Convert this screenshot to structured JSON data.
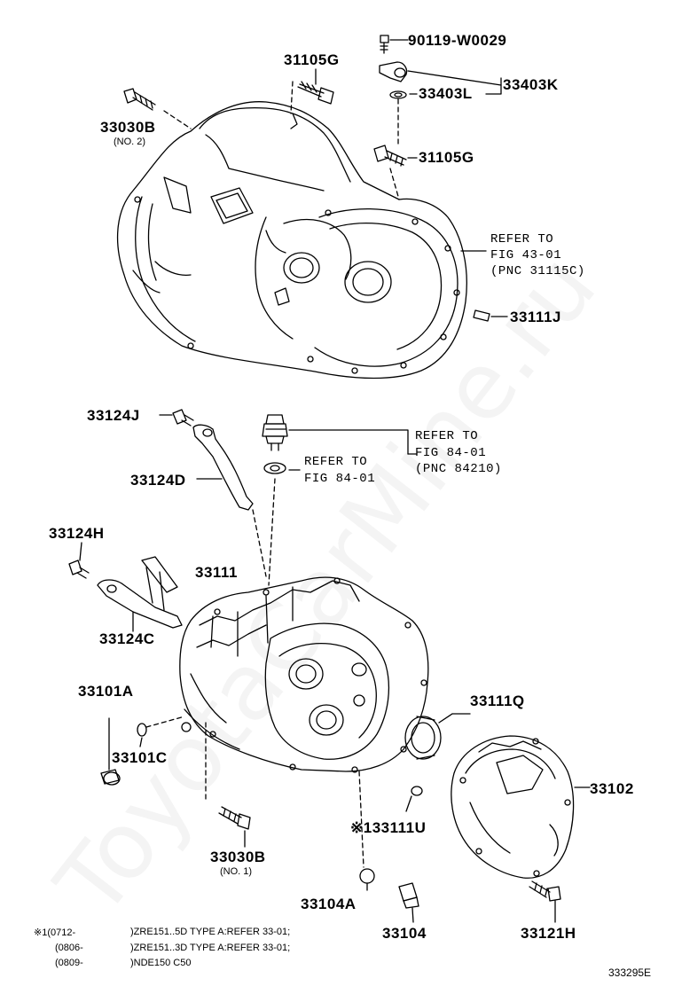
{
  "labels": {
    "p90119": "90119-W0029",
    "p31105g_top": "31105G",
    "p33403k": "33403K",
    "p33403l": "33403L",
    "p33030b_top": "33030B",
    "p33030b_top_sub": "(NO. 2)",
    "p31105g_mid": "31105G",
    "p33111j": "33111J",
    "p33124j": "33124J",
    "p33124d": "33124D",
    "p33124h": "33124H",
    "p33111": "33111",
    "p33124c": "33124C",
    "p33101a": "33101A",
    "p33101c": "33101C",
    "p33111q": "33111Q",
    "p33102": "33102",
    "p33111u": "※133111U",
    "p33030b_bot": "33030B",
    "p33030b_bot_sub": "(NO. 1)",
    "p33104a": "33104A",
    "p33104": "33104",
    "p33121h": "33121H"
  },
  "refers": {
    "r1_l1": "REFER TO",
    "r1_l2": "FIG 43-01",
    "r1_l3": "(PNC 31115C)",
    "r2_l1": "REFER TO",
    "r2_l2": "FIG 84-01",
    "r2_l3": "(PNC 84210)",
    "r3_l1": "REFER TO",
    "r3_l2": "FIG 84-01"
  },
  "notes": {
    "n1_a": "※1(0712-",
    "n1_b": ")ZRE151..5D TYPE A:REFER 33-01;",
    "n2_a": "(0806-",
    "n2_b": ")ZRE151..3D TYPE A:REFER 33-01;",
    "n3_a": "(0809-",
    "n3_b": ")NDE150 C50"
  },
  "figure_code": "333295E",
  "watermark": "ToyotaCarMine.ru"
}
